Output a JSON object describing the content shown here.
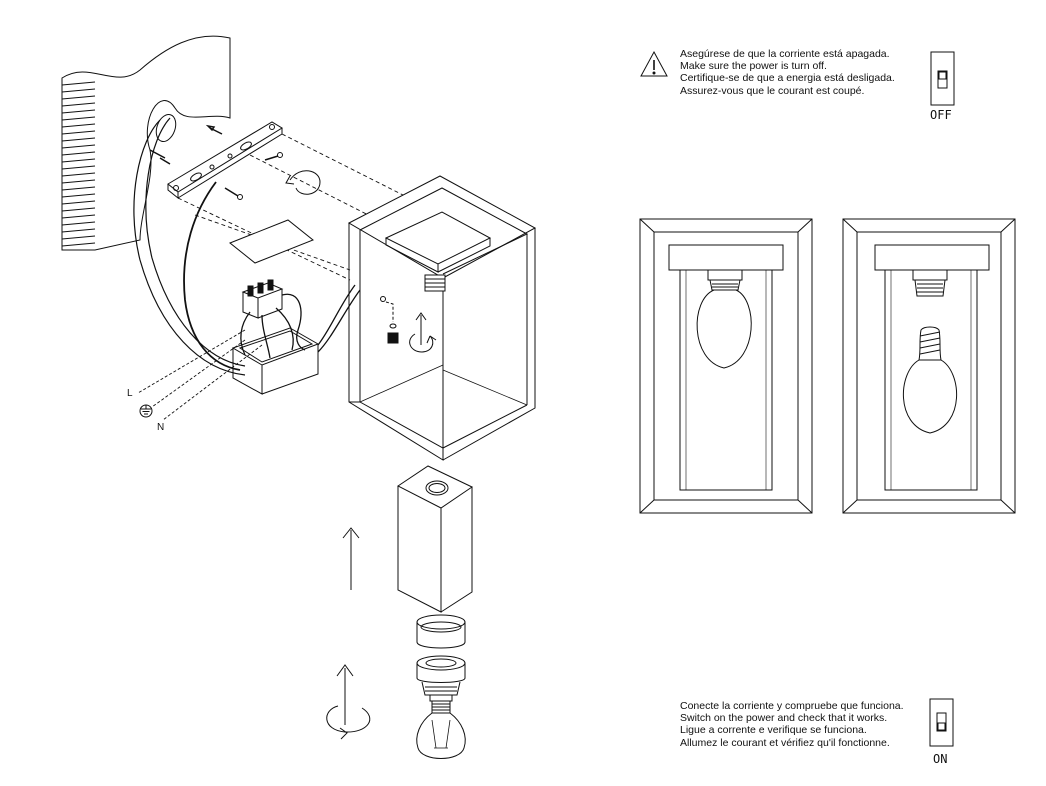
{
  "warning": {
    "icon": "warning-icon",
    "lines": [
      "Asegúrese de que la corriente está apagada.",
      "Make sure the power is turn off.",
      "Certifique-se de que a energia está desligada.",
      "Assurez-vous que le courant est coupé."
    ],
    "switch_label": "OFF"
  },
  "power_on": {
    "lines": [
      "Conecte la corriente y compruebe que funciona.",
      "Switch on the power and check that it works.",
      "Ligue a corrente e verifique se funciona.",
      "Allumez le courant et vérifiez qu'il fonctionne."
    ],
    "switch_label": "ON"
  },
  "wires": {
    "live": "L",
    "neutral": "N",
    "earth_icon": "earth-ground-icon"
  }
}
